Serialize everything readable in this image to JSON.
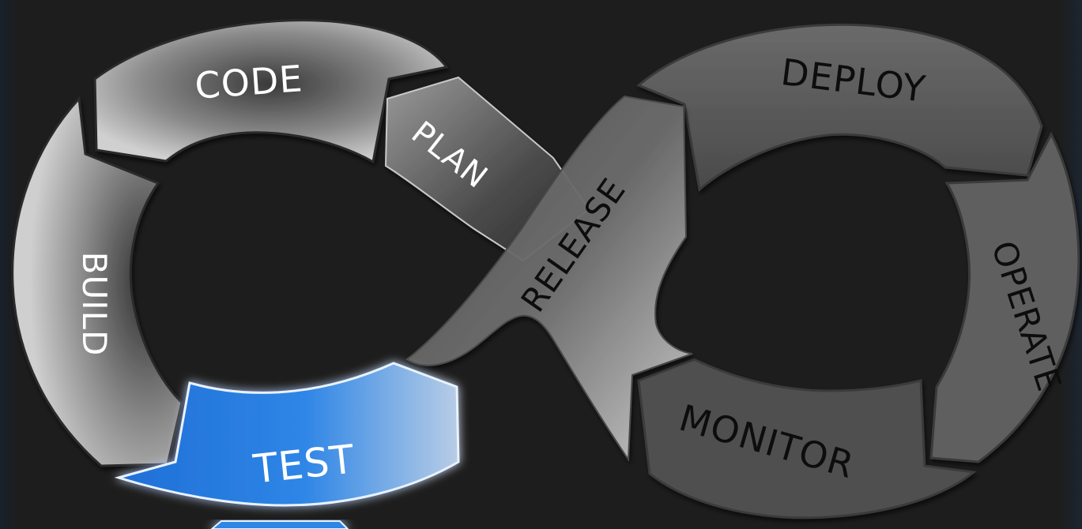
{
  "diagram": {
    "stages": {
      "plan": "PLAN",
      "code": "CODE",
      "build": "BUILD",
      "test": "TEST",
      "release": "RELEASE",
      "deploy": "DEPLOY",
      "operate": "OPERATE",
      "monitor": "MONITOR"
    },
    "active_stage": "TEST",
    "colors": {
      "background": "#1d1d1d",
      "segment": "#6e6e6e",
      "active": "#2f86e6",
      "active_glow": "#4aa8ff"
    }
  }
}
